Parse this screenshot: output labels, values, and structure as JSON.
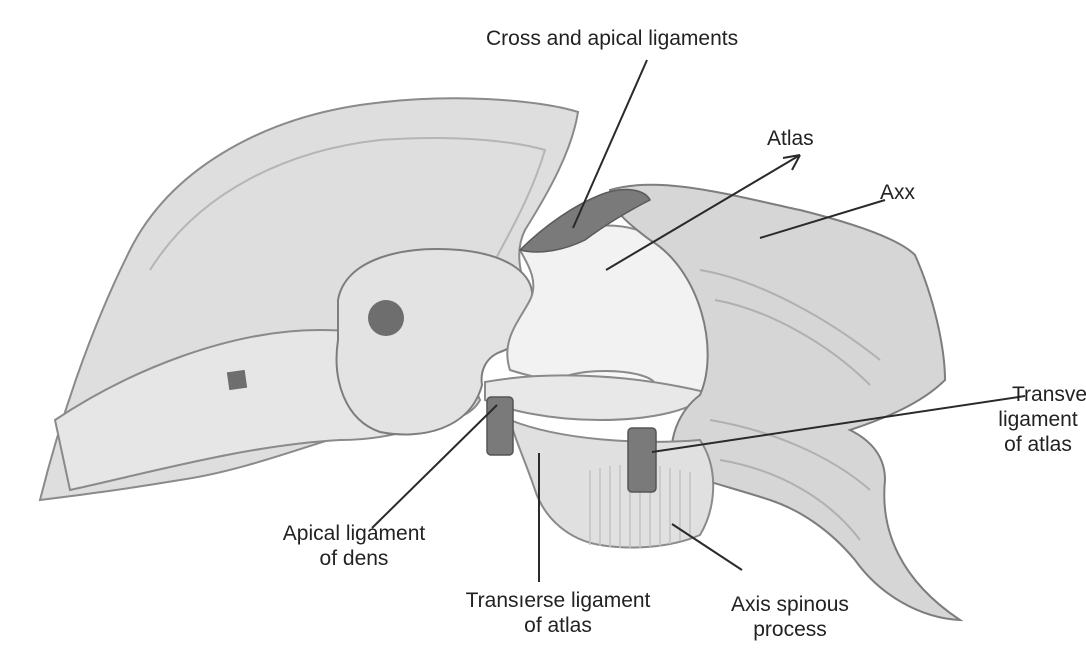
{
  "labels": {
    "cross_apical": "Cross and apical ligaments",
    "atlas": "Atlas",
    "axis": "Axx",
    "transverse_right": [
      "Transvers",
      "ligament",
      "of atlas"
    ],
    "apical_dens": [
      "Apical ligament",
      "of dens"
    ],
    "transverse_bottom": [
      "Transıerse ligament",
      "of atlas"
    ],
    "axis_spinous": [
      "Axis spinous",
      "process"
    ]
  },
  "colors": {
    "background": "#ffffff",
    "skull": "#dedede",
    "bone_light": "#ebebeb",
    "vertebra": "#d6d6d6",
    "ligament": "#7a7a7a",
    "leader_line": "#2a2a2a",
    "text": "#222222"
  }
}
